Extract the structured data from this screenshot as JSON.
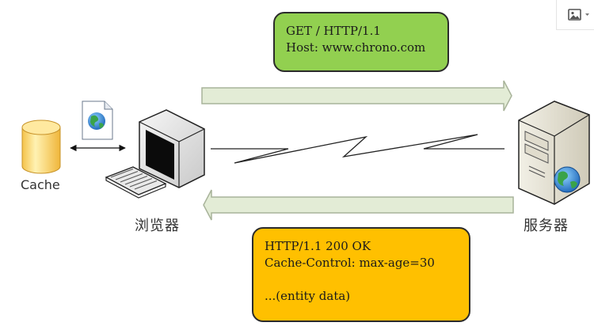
{
  "request": {
    "lines": [
      "GET / HTTP/1.1",
      "Host: www.chrono.com"
    ]
  },
  "response": {
    "lines": [
      "HTTP/1.1 200 OK",
      "Cache-Control: max-age=30",
      "",
      "...(entity data)"
    ]
  },
  "labels": {
    "cache": "Cache",
    "browser": "浏览器",
    "server": "服务器"
  },
  "colors": {
    "request_bubble": "#92d050",
    "response_bubble": "#ffc000",
    "arrow_fill": "#e3ecd6",
    "arrow_stroke": "#a8b39a",
    "cache_fill": "#ffd966"
  },
  "icons": {
    "toolbar": "image-icon",
    "dropdown": "caret-down-icon"
  }
}
